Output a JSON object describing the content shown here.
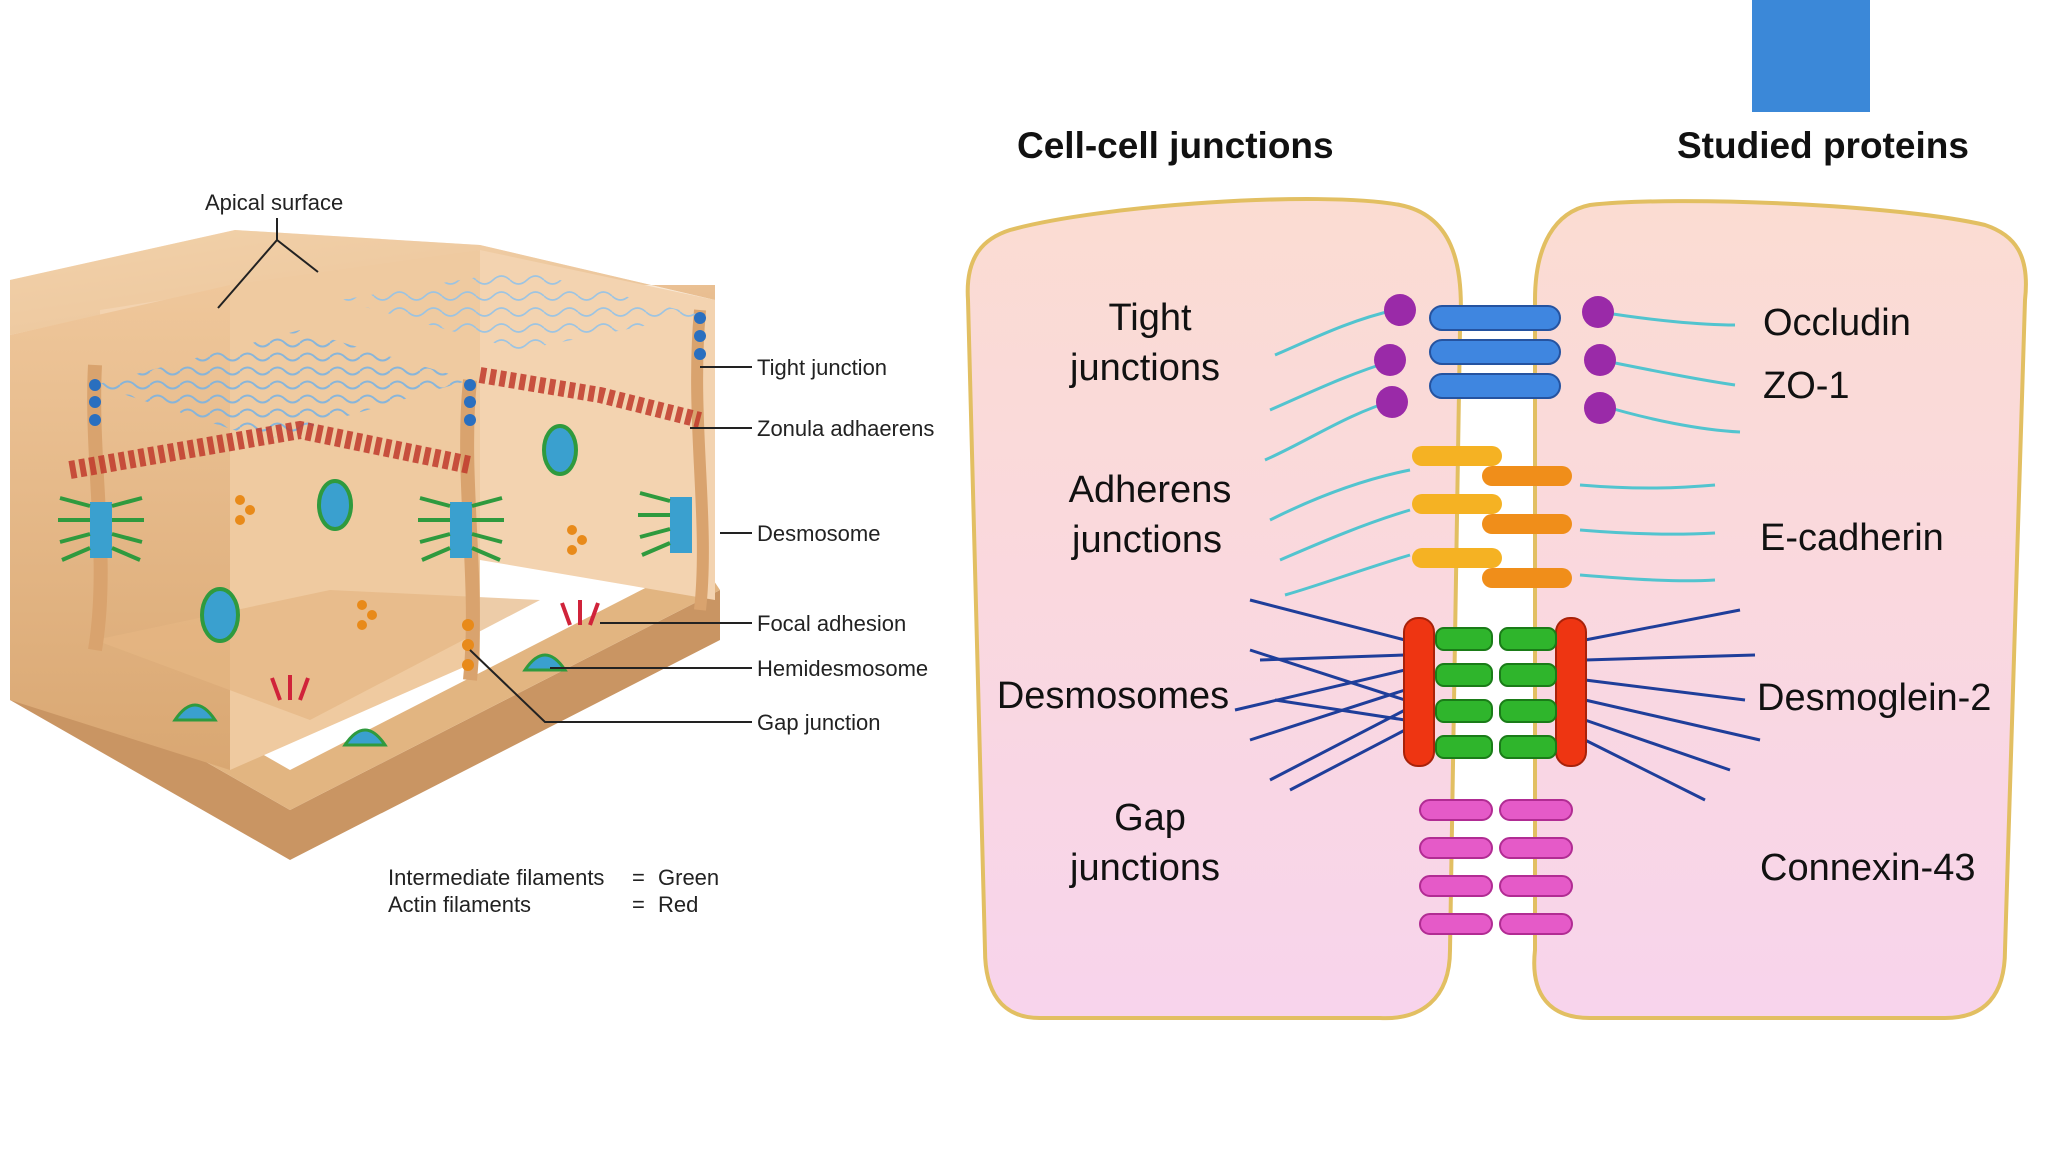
{
  "left_diagram": {
    "apical_label": "Apical surface",
    "callouts": [
      {
        "id": "tight",
        "label": "Tight junction"
      },
      {
        "id": "zonula",
        "label": "Zonula adhaerens"
      },
      {
        "id": "desmosome",
        "label": "Desmosome"
      },
      {
        "id": "focal",
        "label": "Focal adhesion"
      },
      {
        "id": "hemi",
        "label": "Hemidesmosome"
      },
      {
        "id": "gap",
        "label": "Gap junction"
      }
    ],
    "legend": [
      {
        "name": "Intermediate filaments",
        "sep": "=",
        "value": "Green"
      },
      {
        "name": "Actin filaments",
        "sep": "=",
        "value": "Red"
      }
    ]
  },
  "right_diagram": {
    "header_left": "Cell-cell junctions",
    "header_right": "Studied proteins",
    "junctions": [
      {
        "line1": "Tight",
        "line2": "junctions"
      },
      {
        "line1": "Adherens",
        "line2": "junctions"
      },
      {
        "line1": "Desmosomes",
        "line2": ""
      },
      {
        "line1": "Gap",
        "line2": "junctions"
      }
    ],
    "proteins": [
      "Occludin",
      "ZO-1",
      "E-cadherin",
      "Desmoglein-2",
      "Connexin-43"
    ]
  },
  "colors": {
    "accent_block": "#3b88d8",
    "cell_fill": "#f9dbe4",
    "cell_outline": "#e2bf62",
    "tight_strand": "#3f86e0",
    "zo1_dot": "#9a2aa8",
    "cadherin": "#f5b223",
    "desmosome_plaque": "#ee3512",
    "desmosome_green": "#2fb52c",
    "gap_connexin": "#e55ac8",
    "filament_cyan": "#52c4cf",
    "filament_blue": "#1f3e9a",
    "tissue_tan": "#e9bf8e"
  }
}
